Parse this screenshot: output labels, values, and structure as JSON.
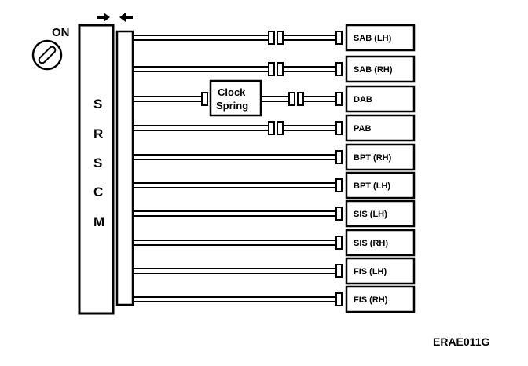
{
  "ignition": {
    "label": "ON"
  },
  "module": {
    "letters": [
      "S",
      "R",
      "S",
      "C",
      "M"
    ]
  },
  "clock_spring": {
    "line1": "Clock",
    "line2": "Spring"
  },
  "components": [
    {
      "label": "SAB (LH)",
      "connector": "double"
    },
    {
      "label": "SAB (RH)",
      "connector": "double"
    },
    {
      "label": "DAB",
      "connector": "clock_spring"
    },
    {
      "label": "PAB",
      "connector": "double"
    },
    {
      "label": "BPT (RH)",
      "connector": "none"
    },
    {
      "label": "BPT (LH)",
      "connector": "none"
    },
    {
      "label": "SIS (LH)",
      "connector": "none"
    },
    {
      "label": "SIS (RH)",
      "connector": "none"
    },
    {
      "label": "FIS (LH)",
      "connector": "none"
    },
    {
      "label": "FIS (RH)",
      "connector": "none"
    }
  ],
  "figure_code": "ERAE011G"
}
